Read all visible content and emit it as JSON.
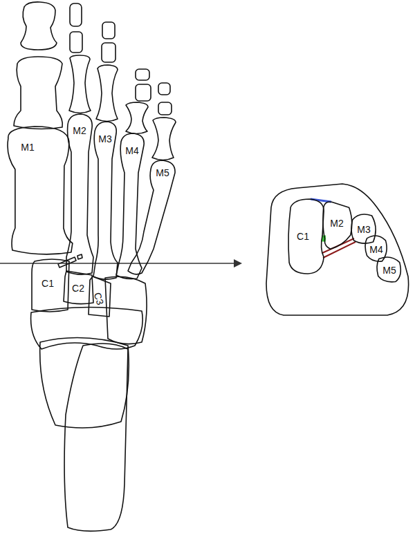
{
  "diagram": {
    "nodes": [
      {
        "text": [
          "M1"
        ]
      },
      {
        "text": [
          "M2"
        ]
      },
      {
        "text": [
          "M3"
        ]
      },
      {
        "text": [
          "M4"
        ]
      },
      {
        "text": [
          "M5"
        ]
      },
      {
        "text": [
          "C1"
        ]
      },
      {
        "text": [
          "C2"
        ]
      },
      {
        "text": [
          "C3"
        ]
      },
      {
        "text": [
          "C1"
        ]
      },
      {
        "text": [
          "M2"
        ]
      },
      {
        "text": [
          "M3"
        ]
      },
      {
        "text": [
          "M4"
        ]
      },
      {
        "text": [
          "M5"
        ]
      }
    ],
    "edges": [
      {
        "from": 8,
        "to": 9,
        "arrow": "none"
      },
      {
        "from": 8,
        "to": 9,
        "arrow": "none"
      },
      {
        "from": 8,
        "to": 10,
        "arrow": "none"
      },
      {
        "from": 8,
        "to": 10,
        "arrow": "none"
      }
    ]
  }
}
